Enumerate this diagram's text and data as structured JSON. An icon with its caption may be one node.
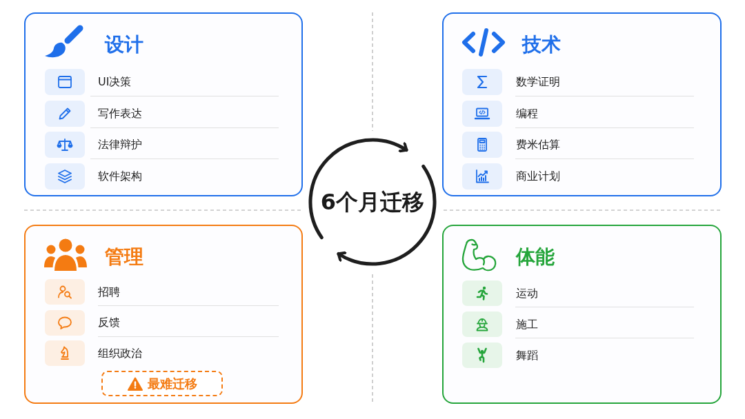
{
  "diagram": {
    "nodes": [
      {
        "text": [
          "设计",
          "UI决策",
          "写作表达",
          "法律辩护",
          "软件架构"
        ]
      },
      {
        "text": [
          "技术",
          "数学证明",
          "编程",
          "费米估算",
          "商业计划"
        ]
      },
      {
        "text": [
          "6个月迁移"
        ]
      },
      {
        "text": [
          "管理",
          "招聘",
          "反馈",
          "组织政治"
        ]
      },
      {
        "text": [
          "最难迁移"
        ],
        "in": 3
      },
      {
        "text": [
          "体能",
          "运动",
          "施工",
          "舞蹈"
        ]
      }
    ]
  }
}
